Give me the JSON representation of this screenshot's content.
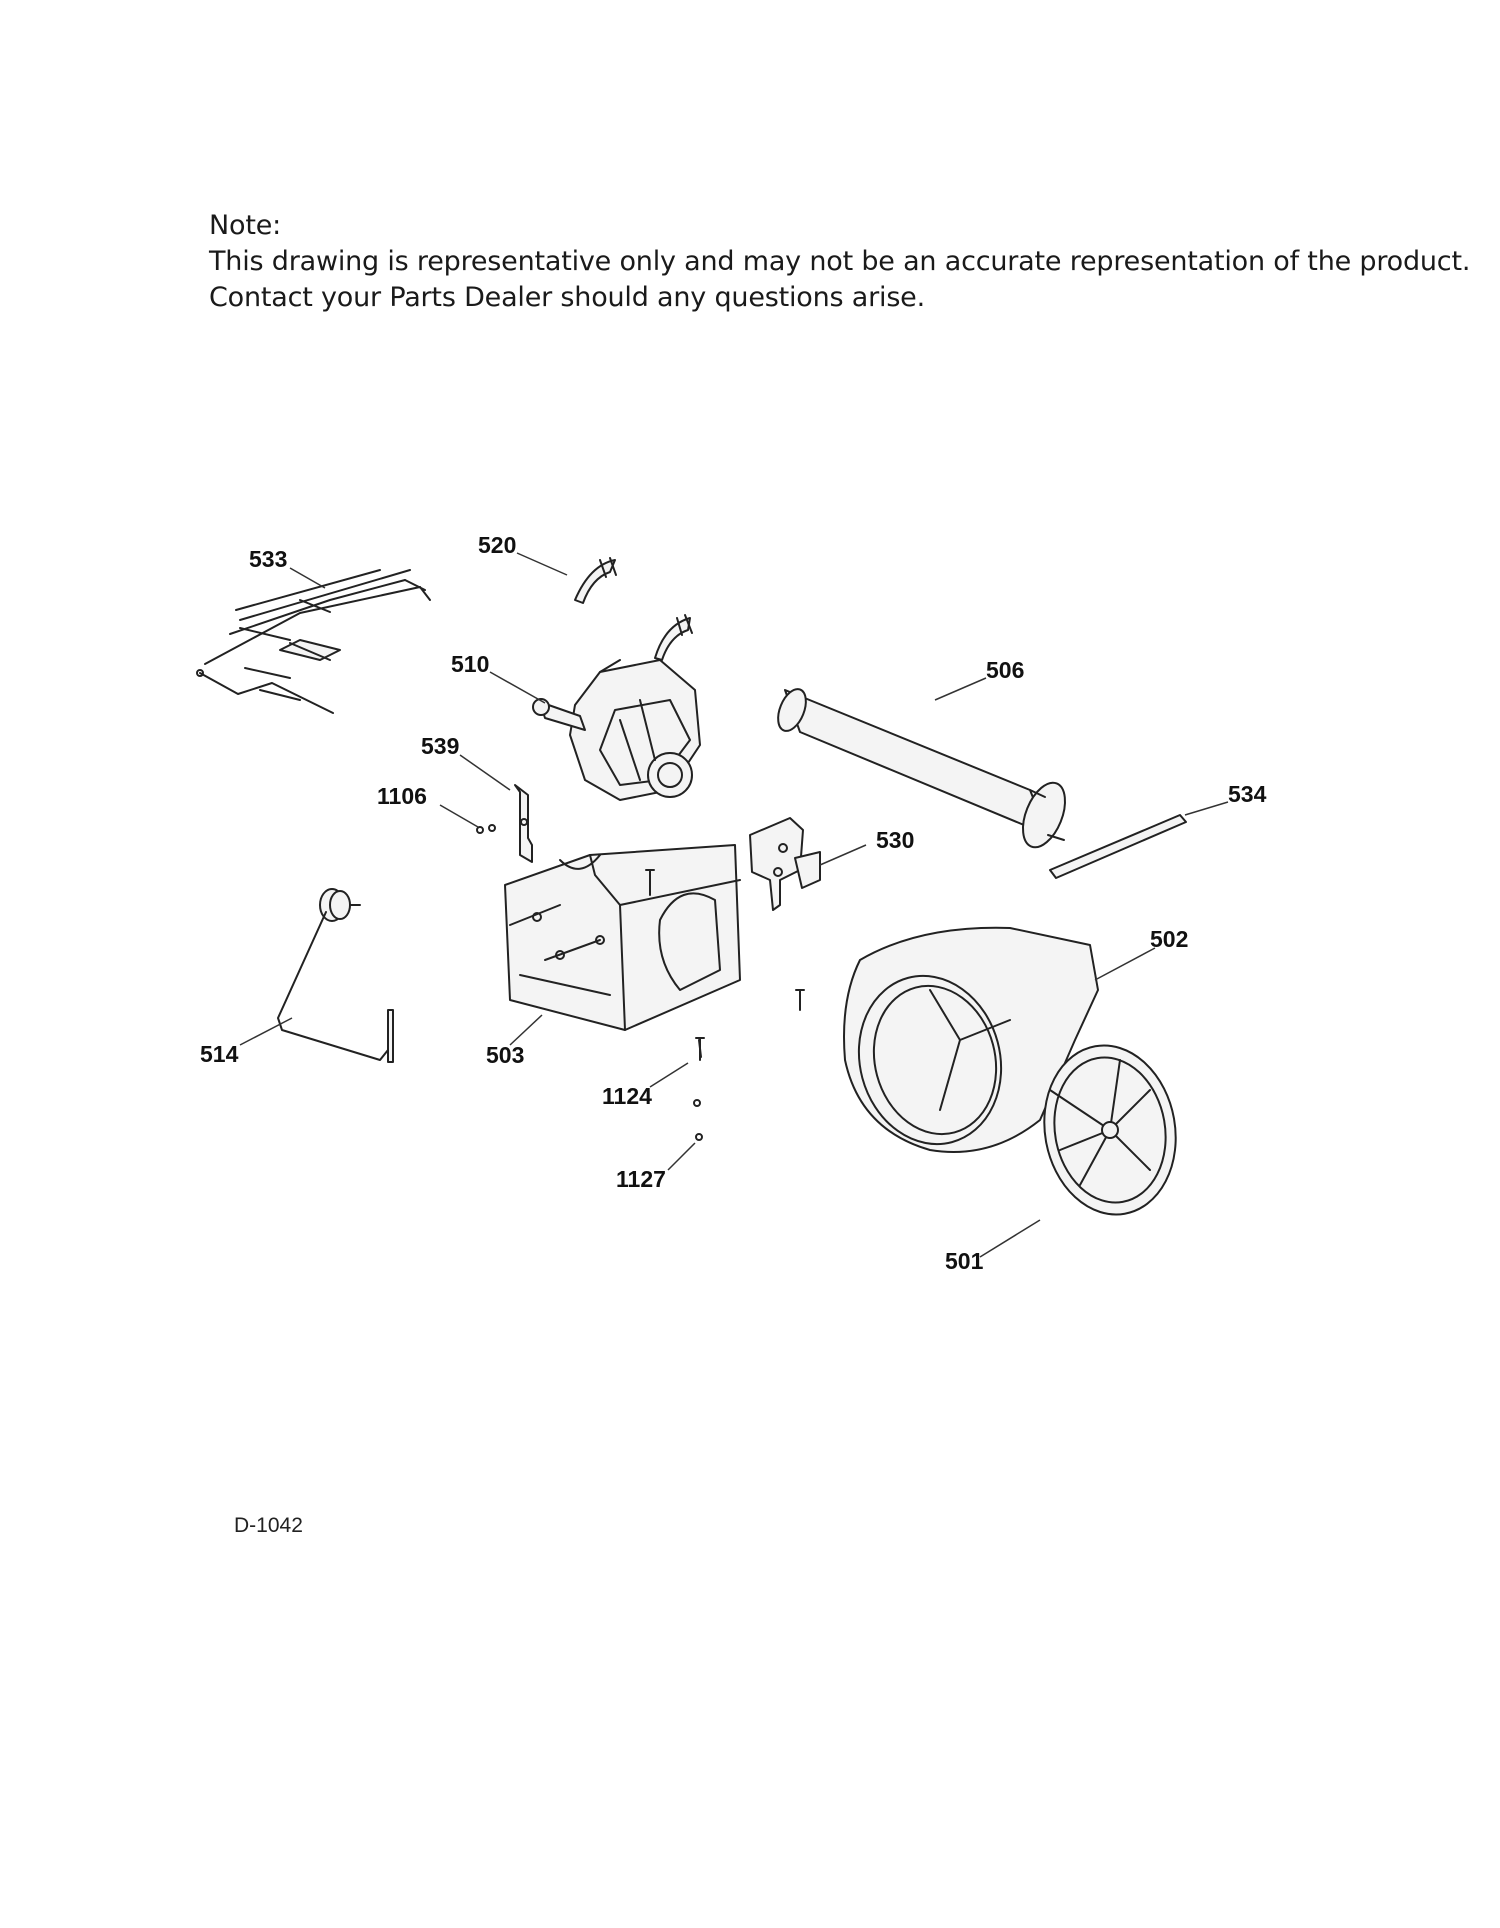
{
  "note": {
    "heading": "Note:",
    "line1": "This drawing is representative only and may not be an accurate representation of the product.",
    "line2": "Contact your Parts Dealer should any questions arise."
  },
  "callouts": {
    "c533": "533",
    "c520": "520",
    "c510": "510",
    "c506": "506",
    "c539": "539",
    "c1106": "1106",
    "c534": "534",
    "c530": "530",
    "c502": "502",
    "c514": "514",
    "c503": "503",
    "c1124": "1124",
    "c1127": "1127",
    "c501": "501"
  },
  "drawing_code": "D-1042"
}
